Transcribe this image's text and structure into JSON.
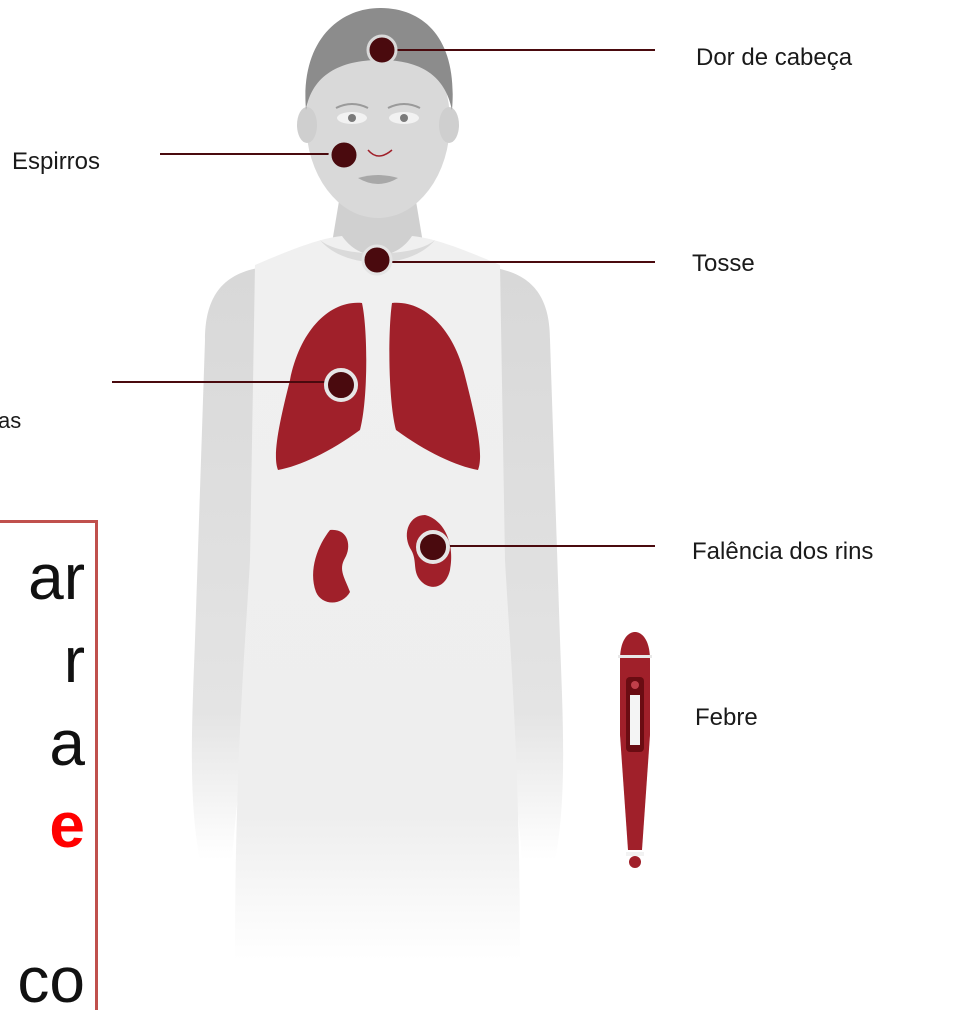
{
  "labels": {
    "headache": "Dor de cabeça",
    "sneezing": "Espirros",
    "cough": "Tosse",
    "lungs_partial": "as",
    "kidney_failure": "Falência dos rins",
    "fever": "Febre"
  },
  "callout": {
    "lines": [
      "ar",
      "r",
      "a",
      "e",
      "co"
    ],
    "highlight_color": "#ff0000",
    "border_color": "#c0504d"
  },
  "colors": {
    "organ": "#a0202a",
    "marker": "#4a0a0e",
    "leader_line": "#4a0a0e",
    "body": "#dcdcdc",
    "shirt": "#efefef",
    "hair": "#8c8c8c"
  },
  "icons": {
    "thermometer": "thermometer-icon"
  }
}
